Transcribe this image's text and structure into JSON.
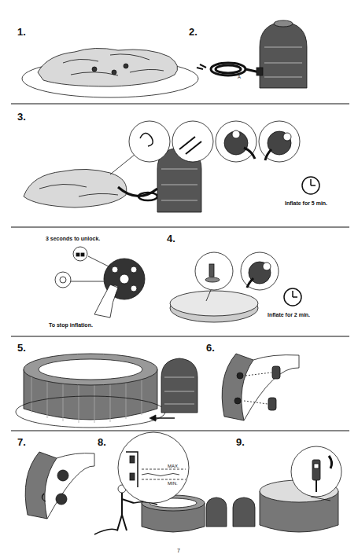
{
  "diagram": {
    "labels": [
      "1.",
      "2.",
      "3.",
      "A",
      "Inflate for 5 min.",
      "3 seconds to unlock.",
      "To stop inflation.",
      "4.",
      "Inflate for 2 min.",
      "5.",
      "6.",
      "7.",
      "8.",
      "MAX.",
      "MIN.",
      "9.",
      "7"
    ]
  }
}
